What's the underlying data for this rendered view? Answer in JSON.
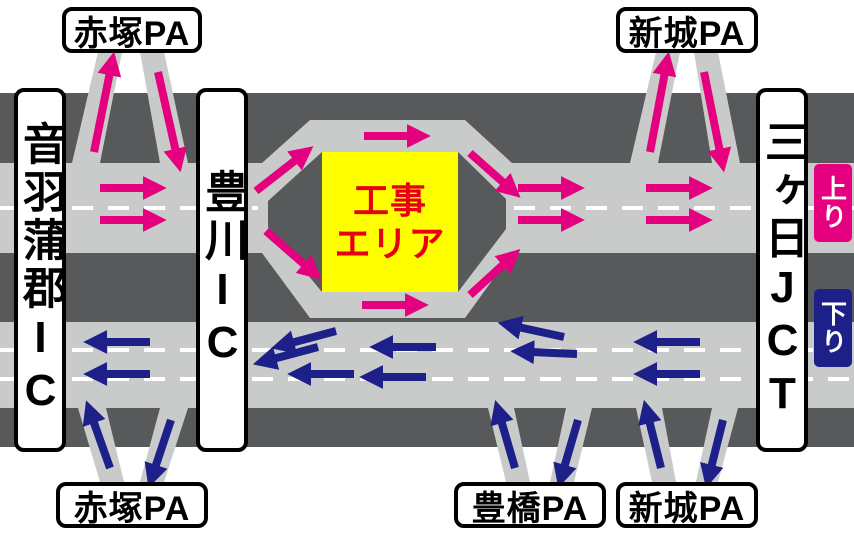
{
  "colors": {
    "up_arrow": "#e5007f",
    "down_arrow": "#1d2088",
    "road_dark": "#58595b",
    "road_light": "#c9caca",
    "lane_line": "#ffffff",
    "construction_bg": "#ffff00",
    "construction_text": "#e60012",
    "label_border": "#000000",
    "label_bg": "#ffffff"
  },
  "labels": {
    "interchanges": {
      "left": "音羽蒲郡IC",
      "center": "豊川IC",
      "right": "三ヶ日JCT"
    },
    "parking_areas": {
      "top_left": "赤塚PA",
      "top_right": "新城PA",
      "bottom_left": "赤塚PA",
      "bottom_center": "豊橋PA",
      "bottom_right": "新城PA"
    },
    "construction_area": {
      "line1": "工事",
      "line2": "エリア"
    },
    "direction_badges": {
      "up": "上り",
      "down": "下り"
    }
  }
}
